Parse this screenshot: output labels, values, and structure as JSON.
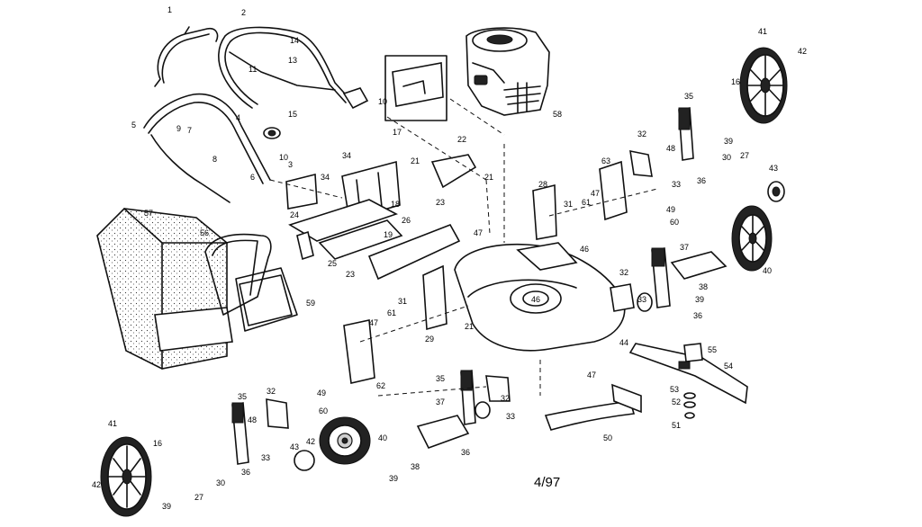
{
  "diagram": {
    "footer_date": "4/97",
    "callouts": [
      "1",
      "2",
      "3",
      "4",
      "5",
      "6",
      "7",
      "8",
      "9",
      "10",
      "10",
      "11",
      "13",
      "14",
      "15",
      "16",
      "16",
      "17",
      "18",
      "19",
      "21",
      "21",
      "21",
      "22",
      "23",
      "23",
      "24",
      "25",
      "26",
      "27",
      "27",
      "28",
      "29",
      "30",
      "30",
      "31",
      "31",
      "32",
      "32",
      "32",
      "32",
      "33",
      "33",
      "33",
      "33",
      "34",
      "34",
      "35",
      "35",
      "35",
      "36",
      "36",
      "36",
      "36",
      "37",
      "37",
      "38",
      "38",
      "39",
      "39",
      "39",
      "39",
      "40",
      "40",
      "41",
      "41",
      "42",
      "42",
      "42",
      "43",
      "43",
      "44",
      "46",
      "46",
      "47",
      "47",
      "47",
      "47",
      "48",
      "48",
      "49",
      "49",
      "50",
      "51",
      "52",
      "53",
      "54",
      "55",
      "56",
      "57",
      "58",
      "59",
      "60",
      "60",
      "61",
      "61",
      "62",
      "63"
    ]
  }
}
